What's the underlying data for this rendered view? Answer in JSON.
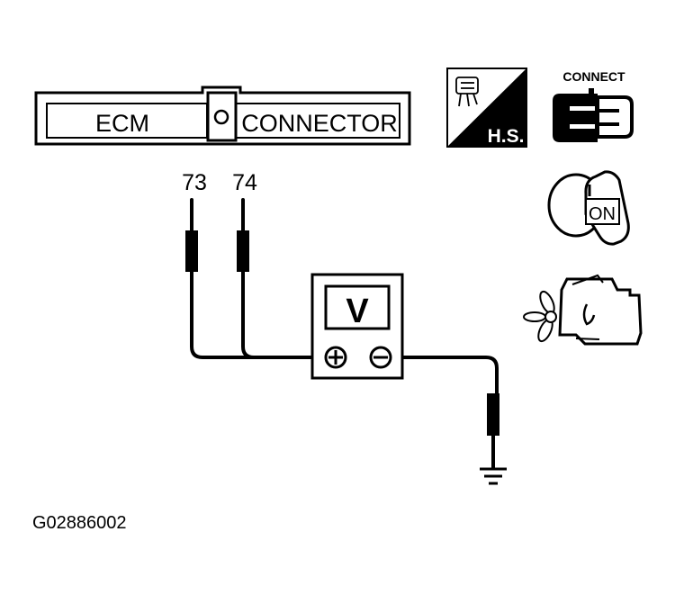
{
  "connector": {
    "left_label": "ECM",
    "right_label": "CONNECTOR"
  },
  "pins": {
    "pin1": "73",
    "pin2": "74"
  },
  "voltmeter": {
    "display": "V"
  },
  "icons": {
    "hs_label": "H.S.",
    "connect_label": "CONNECT",
    "ignition_label": "ON"
  },
  "figure_id": "G02886002"
}
